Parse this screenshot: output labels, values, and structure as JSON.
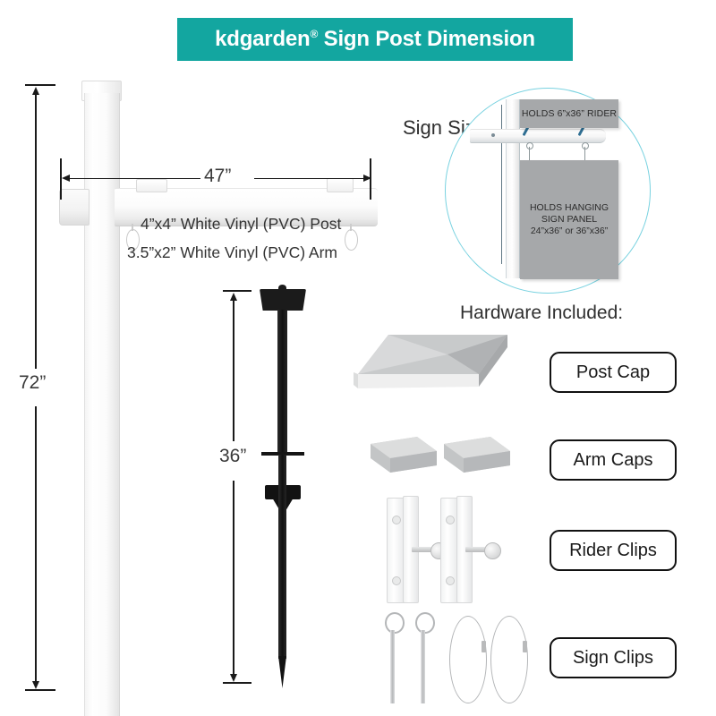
{
  "banner": {
    "brand": "kdgarden",
    "registered_mark": "®",
    "title_rest": " Sign Post Dimension",
    "bg_color": "#13a6a0",
    "text_color": "#ffffff"
  },
  "dimensions": {
    "post_height": "72”",
    "arm_length": "47”",
    "stake_length": "36”"
  },
  "specs": {
    "post": "4”x4” White Vinyl (PVC) Post",
    "arm": "3.5”x2” White Vinyl (PVC) Arm"
  },
  "sign_size": {
    "label": "Sign Size:",
    "circle_color": "#79d2e0",
    "rider_panel": "HOLDS 6”x36” RIDER",
    "hanging_panel": {
      "line1": "HOLDS HANGING",
      "line2": "SIGN PANEL",
      "line3": "24”x36” or  36”x36”"
    },
    "panel_color": "#a6a8aa"
  },
  "hardware": {
    "heading": "Hardware Included:",
    "items": [
      {
        "label": "Post Cap",
        "icon": "post-cap-icon"
      },
      {
        "label": "Arm Caps",
        "icon": "arm-caps-icon"
      },
      {
        "label": "Rider Clips",
        "icon": "rider-clips-icon"
      },
      {
        "label": "Sign Clips",
        "icon": "sign-clips-icon"
      }
    ]
  }
}
